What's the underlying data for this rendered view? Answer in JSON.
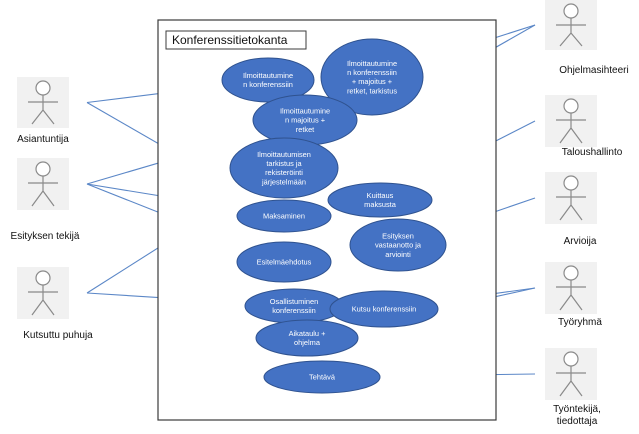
{
  "system": {
    "title": "Konferenssitietokanta"
  },
  "actors": [
    {
      "id": "asiantuntija",
      "lines": [
        "Asiantuntija"
      ]
    },
    {
      "id": "esityksen-tekija",
      "lines": [
        "Esityksen tekijä"
      ]
    },
    {
      "id": "kutsuttu-puhuja",
      "lines": [
        "Kutsuttu puhuja"
      ]
    },
    {
      "id": "ohjelmasihteeri",
      "lines": [
        "Ohjelmasihteeri"
      ]
    },
    {
      "id": "taloushallinto",
      "lines": [
        "Taloushallinto"
      ]
    },
    {
      "id": "arvioija",
      "lines": [
        "Arvioija"
      ]
    },
    {
      "id": "tyoryhma",
      "lines": [
        "Työryhmä"
      ]
    },
    {
      "id": "tyontekija",
      "lines": [
        "Työntekijä,",
        "tiedottaja"
      ]
    }
  ],
  "use_cases": [
    {
      "id": "ilm-konf",
      "lines": [
        "Ilmoittautumine",
        "n konferenssiin"
      ]
    },
    {
      "id": "ilm-konf-majoitus",
      "lines": [
        "Ilmoittautumine",
        "n konferenssiin",
        "+ majoitus +",
        "retket, tarkistus"
      ]
    },
    {
      "id": "ilm-majoitus",
      "lines": [
        "Ilmoittautumine",
        "n majoitus +",
        "retket"
      ]
    },
    {
      "id": "ilm-tarkistus",
      "lines": [
        "Ilmoittautumisen",
        "tarkistus ja",
        "rekisteröinti",
        "järjestelmään"
      ]
    },
    {
      "id": "kuittaus",
      "lines": [
        "Kuittaus",
        "maksusta"
      ]
    },
    {
      "id": "maksaminen",
      "lines": [
        "Maksaminen"
      ]
    },
    {
      "id": "esityksen-vastaanotto",
      "lines": [
        "Esityksen",
        "vastaanotto ja",
        "arviointi"
      ]
    },
    {
      "id": "esitelmaehdotus",
      "lines": [
        "Esitelmäehdotus"
      ]
    },
    {
      "id": "osallistuminen",
      "lines": [
        "Osallistuminen",
        "konferenssiin"
      ]
    },
    {
      "id": "kutsu",
      "lines": [
        "Kutsu konferenssiin"
      ]
    },
    {
      "id": "aikataulu",
      "lines": [
        "Aikataulu +",
        "ohjelma"
      ]
    },
    {
      "id": "tehtava",
      "lines": [
        "Tehtävä"
      ]
    }
  ],
  "associations": [
    [
      "asiantuntija",
      "ilm-konf"
    ],
    [
      "asiantuntija",
      "maksaminen"
    ],
    [
      "esityksen-tekija",
      "ilm-majoitus"
    ],
    [
      "esityksen-tekija",
      "maksaminen"
    ],
    [
      "esityksen-tekija",
      "esitelmaehdotus"
    ],
    [
      "kutsuttu-puhuja",
      "ilm-tarkistus"
    ],
    [
      "kutsuttu-puhuja",
      "osallistuminen"
    ],
    [
      "ohjelmasihteeri",
      "ilm-konf-majoitus"
    ],
    [
      "ohjelmasihteeri",
      "ilm-tarkistus"
    ],
    [
      "taloushallinto",
      "kuittaus"
    ],
    [
      "arvioija",
      "esityksen-vastaanotto"
    ],
    [
      "tyoryhma",
      "kutsu"
    ],
    [
      "tyoryhma",
      "aikataulu"
    ],
    [
      "tyontekija",
      "tehtava"
    ]
  ]
}
